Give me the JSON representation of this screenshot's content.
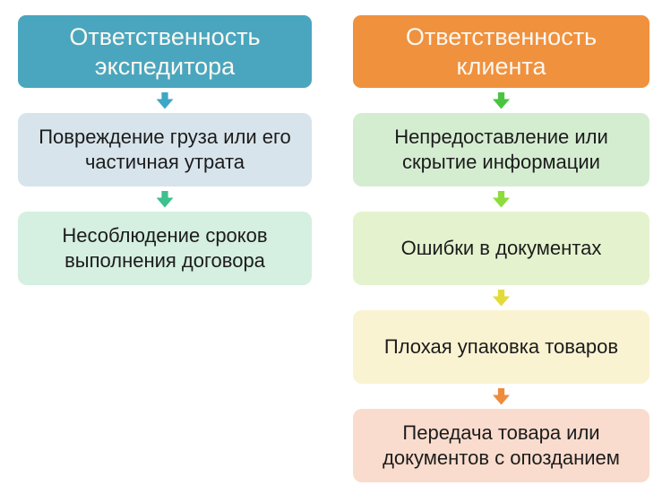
{
  "diagram": {
    "background": "#ffffff",
    "item_text_color": "#1c1c1c",
    "columns": [
      {
        "id": "expeditor-responsibility",
        "header": {
          "label": "Ответственность экспедитора",
          "bg": "#4aa6bf",
          "text_color": "#fcf8f1"
        },
        "items": [
          {
            "label": "Повреждение груза или его частичная утрата",
            "bg": "#d7e4ec",
            "arrow_color": "#3ea6c6"
          },
          {
            "label": "Несоблюдение сроков выполнения договора",
            "bg": "#d5efe1",
            "arrow_color": "#3ec08f"
          }
        ]
      },
      {
        "id": "client-responsibility",
        "header": {
          "label": "Ответственность клиента",
          "bg": "#f0913e",
          "text_color": "#fcf8f1"
        },
        "items": [
          {
            "label": "Непредоставление или скрытие информации",
            "bg": "#d4edd1",
            "arrow_color": "#49c43f"
          },
          {
            "label": "Ошибки в документах",
            "bg": "#e4f3ce",
            "arrow_color": "#8edc3c"
          },
          {
            "label": "Плохая упаковка товаров",
            "bg": "#faf3d2",
            "arrow_color": "#e3db3a"
          },
          {
            "label": "Передача товара или документов с опозданием",
            "bg": "#f9dccd",
            "arrow_color": "#ee8c3c"
          }
        ]
      }
    ]
  }
}
